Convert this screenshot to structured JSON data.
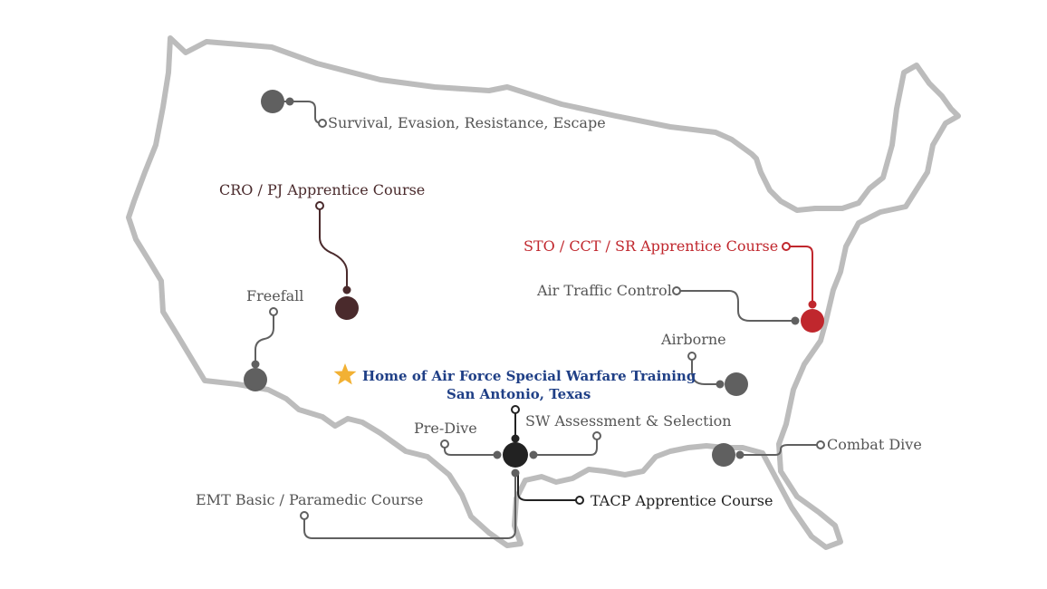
{
  "home": {
    "line1": "Home of Air Force Special Warfare Training",
    "line2": "San Antonio, Texas",
    "color": "#1f3f86",
    "star_color": "#f2b134"
  },
  "courses": {
    "sere": "Survival, Evasion, Resistance, Escape",
    "cro_pj": "CRO / PJ Apprentice Course",
    "sto_cct_sr": "STO / CCT / SR Apprentice Course",
    "atc": "Air Traffic Control",
    "freefall": "Freefall",
    "airborne": "Airborne",
    "pre_dive": "Pre-Dive",
    "sw_assessment": "SW Assessment & Selection",
    "combat_dive": "Combat Dive",
    "emt": "EMT Basic / Paramedic Course",
    "tacp": "TACP Apprentice Course"
  },
  "colors": {
    "outline": "#b5b5b5",
    "gray": "#606060",
    "dark_red": "#4a2a2c",
    "red": "#c0272d",
    "black": "#222222"
  }
}
